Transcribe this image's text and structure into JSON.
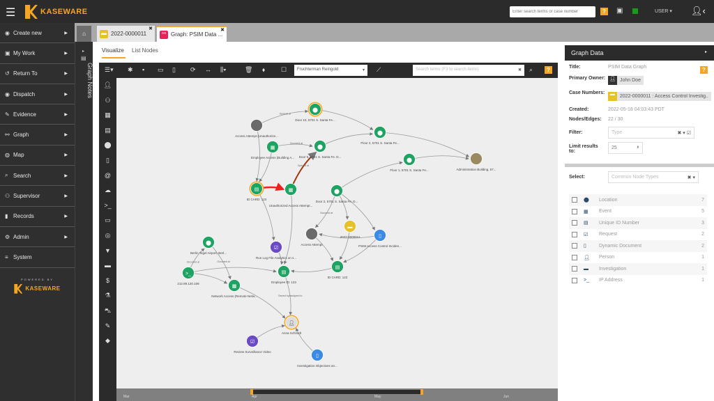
{
  "header": {
    "brand": "KASEWARE",
    "search_placeholder": "Enter search terms or case number",
    "user_label": "USER ▾",
    "help": "?"
  },
  "sidebar": {
    "items": [
      {
        "label": "Create new",
        "icon": "plus-circle-icon"
      },
      {
        "label": "My Work",
        "icon": "briefcase-icon"
      },
      {
        "label": "Return To",
        "icon": "undo-icon"
      },
      {
        "label": "Dispatch",
        "icon": "dispatch-icon"
      },
      {
        "label": "Evidence",
        "icon": "evidence-icon"
      },
      {
        "label": "Graph",
        "icon": "graph-icon"
      },
      {
        "label": "Map",
        "icon": "globe-icon"
      },
      {
        "label": "Search",
        "icon": "search-icon"
      },
      {
        "label": "Supervisor",
        "icon": "users-icon"
      },
      {
        "label": "Records",
        "icon": "file-icon"
      },
      {
        "label": "Admin",
        "icon": "gears-icon"
      },
      {
        "label": "System",
        "icon": "list-icon"
      }
    ],
    "powered_by": "POWERED BY",
    "brand": "KASEWARE"
  },
  "notes_panel": {
    "label": "Graph Notes"
  },
  "tabs": [
    {
      "label": "2022-0000011"
    },
    {
      "label": "Graph: PSIM Data ..."
    }
  ],
  "subtabs": [
    {
      "label": "Visualize",
      "active": true
    },
    {
      "label": "List Nodes"
    }
  ],
  "toolbar": {
    "layout": "Fruchterman Reingold",
    "search_placeholder": "Search terms (F3 to search items)",
    "help": "?"
  },
  "graph": {
    "nodes": [
      {
        "label": "Access Attempt (Unauthorize...",
        "type": "photo"
      },
      {
        "label": "Door 10, 5701 S. Santa Fe...",
        "type": "location",
        "highlight": true
      },
      {
        "label": "Floor 2, 5701 S. Santa Fe...",
        "type": "location"
      },
      {
        "label": "Employee Access (Building A...",
        "type": "event"
      },
      {
        "label": "Door 5, 5701 S. Santa Fe. D...",
        "type": "location"
      },
      {
        "label": "Floor 1, 5701 S. Santa Fe...",
        "type": "location"
      },
      {
        "label": "Administration Building, 57...",
        "type": "photo"
      },
      {
        "label": "ID CARD: 123",
        "type": "id",
        "highlight": true
      },
      {
        "label": "Unauthorized Access Attempt...",
        "type": "event"
      },
      {
        "label": "Door 2, 5701 S. Santa Fe. D...",
        "type": "location"
      },
      {
        "label": "2022-0000011",
        "type": "investigation"
      },
      {
        "label": "Access Attempt",
        "type": "photo"
      },
      {
        "label": "PSIM Access Control Inciden...",
        "type": "document"
      },
      {
        "label": "Berlin Tegel Airport, Berl...",
        "type": "location"
      },
      {
        "label": "Run Log File Analytics on s...",
        "type": "request"
      },
      {
        "label": "212.89.120.108",
        "type": "ip"
      },
      {
        "label": "Employee ID: 123",
        "type": "id"
      },
      {
        "label": "ID CARD: 123",
        "type": "id"
      },
      {
        "label": "Network Access (Remote Netw...",
        "type": "event"
      },
      {
        "label": "Anna Schmidt",
        "type": "person",
        "highlight": true
      },
      {
        "label": "Review Surveillance Video",
        "type": "request"
      },
      {
        "label": "Investigation Objectives an...",
        "type": "document"
      }
    ],
    "edges": [
      [
        0,
        1,
        "Opened at"
      ],
      [
        1,
        2,
        ""
      ],
      [
        2,
        6,
        ""
      ],
      [
        3,
        4,
        "Occurred at"
      ],
      [
        4,
        2,
        ""
      ],
      [
        5,
        6,
        ""
      ],
      [
        9,
        5,
        ""
      ],
      [
        7,
        8,
        ""
      ],
      [
        8,
        4,
        "Opened at"
      ],
      [
        0,
        7,
        ""
      ],
      [
        3,
        7,
        ""
      ],
      [
        7,
        14,
        ""
      ],
      [
        8,
        16,
        ""
      ],
      [
        9,
        11,
        "Occurred at"
      ],
      [
        9,
        10,
        ""
      ],
      [
        9,
        12,
        ""
      ],
      [
        12,
        11,
        ""
      ],
      [
        12,
        17,
        ""
      ],
      [
        10,
        17,
        ""
      ],
      [
        11,
        17,
        ""
      ],
      [
        17,
        16,
        ""
      ],
      [
        15,
        16,
        ""
      ],
      [
        15,
        13,
        "Occurred at"
      ],
      [
        13,
        18,
        "Occurred at"
      ],
      [
        15,
        18,
        ""
      ],
      [
        14,
        16,
        ""
      ],
      [
        16,
        19,
        "Owned by/assigned to"
      ],
      [
        18,
        19,
        ""
      ],
      [
        20,
        19,
        ""
      ],
      [
        21,
        19,
        ""
      ]
    ],
    "colors": {
      "location": "#1ea362",
      "event": "#1ea362",
      "id": "#1ea362",
      "ip": "#1ea362",
      "request": "#6b4bc4",
      "document": "#3b8ae6",
      "investigation": "#e6c12a",
      "highlight": "#f5a623",
      "selected_edge": "#e8231f",
      "path_edge": "#a0380c"
    }
  },
  "timeline": {
    "labels": [
      "Mar",
      "Apr",
      "May",
      "Jun"
    ],
    "range_start": "Apr",
    "range_end": "May"
  },
  "panel": {
    "title": "Graph Data",
    "fields": {
      "title_label": "Title:",
      "title": "PSIM Data Graph",
      "owner_label": "Primary Owner:",
      "owner": "John Doe",
      "case_label": "Case Numbers:",
      "case": "2022-0000011 : Access Control Investig...",
      "created_label": "Created:",
      "created": "2022-05-18 04:03:43 PDT",
      "ne_label": "Nodes/Edges:",
      "ne": "22 / 30",
      "filter_label": "Filter:",
      "filter_placeholder": "Type",
      "limit_label": "Limit results to:",
      "limit": "25"
    },
    "select_label": "Select:",
    "select_placeholder": "Common Node Types",
    "node_types": [
      {
        "label": "Location",
        "count": "7",
        "icon": "map-marker-icon"
      },
      {
        "label": "Event",
        "count": "5",
        "icon": "calendar-icon"
      },
      {
        "label": "Unique ID Number",
        "count": "3",
        "icon": "id-card-icon"
      },
      {
        "label": "Request",
        "count": "2",
        "icon": "checkbox-icon"
      },
      {
        "label": "Dynamic Document",
        "count": "2",
        "icon": "document-icon"
      },
      {
        "label": "Person",
        "count": "1",
        "icon": "person-icon"
      },
      {
        "label": "Investigation",
        "count": "1",
        "icon": "folder-icon"
      },
      {
        "label": "IP Address",
        "count": "1",
        "icon": "terminal-icon"
      }
    ]
  }
}
